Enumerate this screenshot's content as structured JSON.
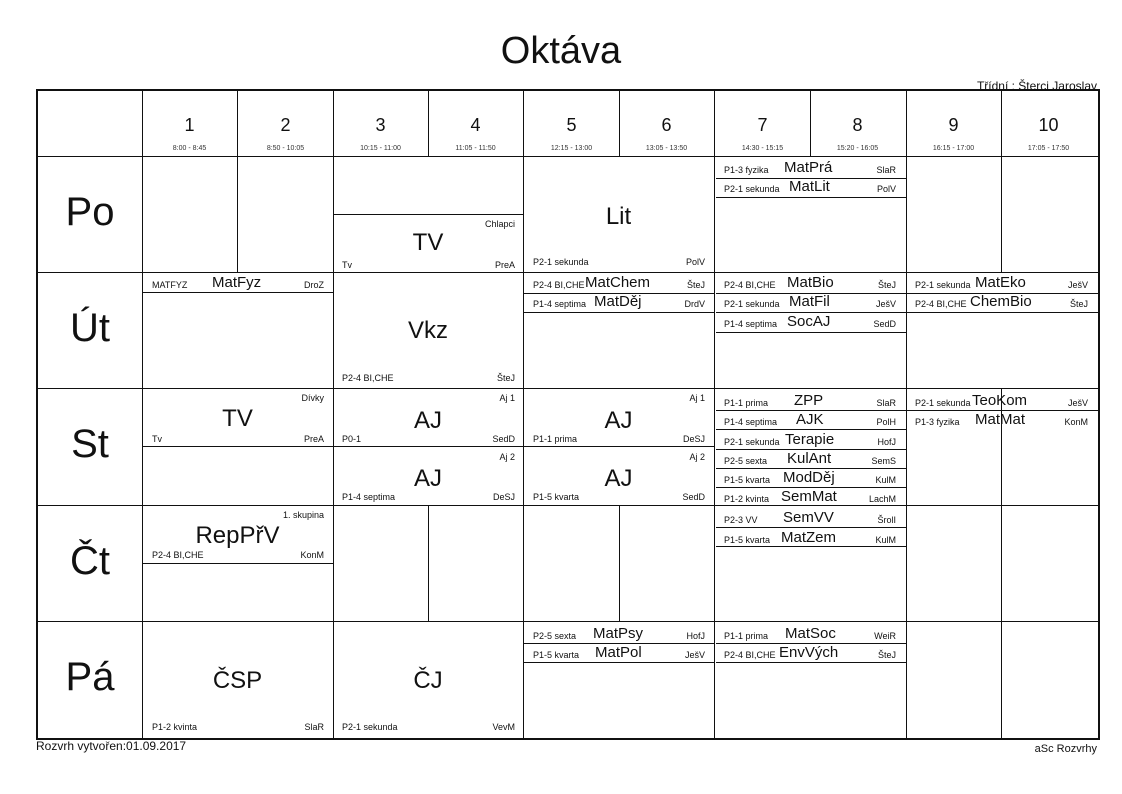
{
  "title": "Oktáva",
  "class_teacher": "Třídní : Šterci Jaroslav",
  "footer_left": "Rozvrh vytvořen:01.09.2017",
  "footer_right": "aSc Rozvrhy",
  "periods": [
    {
      "num": "1",
      "time": "8:00 - 8:45"
    },
    {
      "num": "2",
      "time": "8:50 - 10:05"
    },
    {
      "num": "3",
      "time": "10:15 - 11:00"
    },
    {
      "num": "4",
      "time": "11:05 - 11:50"
    },
    {
      "num": "5",
      "time": "12:15 - 13:00"
    },
    {
      "num": "6",
      "time": "13:05 - 13:50"
    },
    {
      "num": "7",
      "time": "14:30 - 15:15"
    },
    {
      "num": "8",
      "time": "15:20 - 16:05"
    },
    {
      "num": "9",
      "time": "16:15 - 17:00"
    },
    {
      "num": "10",
      "time": "17:05 - 17:50"
    }
  ],
  "days": [
    "Po",
    "Út",
    "St",
    "Čt",
    "Pá"
  ],
  "lessons": {
    "po_tv": {
      "subject": "TV",
      "tag": "Chlapci",
      "group": "Tv",
      "teacher": "PreA"
    },
    "po_lit": {
      "subject": "Lit",
      "group": "P2-1 sekunda",
      "teacher": "PolV"
    },
    "po_matpra": {
      "subject": "MatPrá",
      "group": "P1-3 fyzika",
      "teacher": "SlaR"
    },
    "po_matlit": {
      "subject": "MatLit",
      "group": "P2-1 sekunda",
      "teacher": "PolV"
    },
    "ut_matfyz": {
      "subject": "MatFyz",
      "group": "MATFYZ",
      "teacher": "DroZ"
    },
    "ut_vkz": {
      "subject": "Vkz",
      "group": "P2-4 BI,CHE",
      "teacher": "ŠteJ"
    },
    "ut_matchem": {
      "subject": "MatChem",
      "group": "P2-4 BI,CHE",
      "teacher": "ŠteJ"
    },
    "ut_matdej": {
      "subject": "MatDěj",
      "group": "P1-4 septima",
      "teacher": "DrdV"
    },
    "ut_matbio": {
      "subject": "MatBio",
      "group": "P2-4 BI,CHE",
      "teacher": "ŠteJ"
    },
    "ut_matfil": {
      "subject": "MatFil",
      "group": "P2-1 sekunda",
      "teacher": "JešV"
    },
    "ut_socaj": {
      "subject": "SocAJ",
      "group": "P1-4 septima",
      "teacher": "SedD"
    },
    "ut_mateko": {
      "subject": "MatEko",
      "group": "P2-1 sekunda",
      "teacher": "JešV"
    },
    "ut_chembio": {
      "subject": "ChemBio",
      "group": "P2-4 BI,CHE",
      "teacher": "ŠteJ"
    },
    "st_tv": {
      "subject": "TV",
      "tag": "Dívky",
      "group": "Tv",
      "teacher": "PreA"
    },
    "st_aj1": {
      "subject": "AJ",
      "tag": "Aj 1",
      "group": "P0-1",
      "teacher": "SedD"
    },
    "st_aj2": {
      "subject": "AJ",
      "tag": "Aj 2",
      "group": "P1-4 septima",
      "teacher": "DeSJ"
    },
    "st_aj3": {
      "subject": "AJ",
      "tag": "Aj 1",
      "group": "P1-1 prima",
      "teacher": "DeSJ"
    },
    "st_aj4": {
      "subject": "AJ",
      "tag": "Aj 2",
      "group": "P1-5 kvarta",
      "teacher": "SedD"
    },
    "st_zpp": {
      "subject": "ZPP",
      "group": "P1-1 prima",
      "teacher": "SlaR"
    },
    "st_ajk": {
      "subject": "AJK",
      "group": "P1-4 septima",
      "teacher": "PolH"
    },
    "st_terapie": {
      "subject": "Terapie",
      "group": "P2-1 sekunda",
      "teacher": "HofJ"
    },
    "st_kulant": {
      "subject": "KulAnt",
      "group": "P2-5 sexta",
      "teacher": "SemS"
    },
    "st_moddej": {
      "subject": "ModDěj",
      "group": "P1-5 kvarta",
      "teacher": "KulM"
    },
    "st_semmat": {
      "subject": "SemMat",
      "group": "P1-2 kvinta",
      "teacher": "LachM"
    },
    "st_teokom": {
      "subject": "TeoKom",
      "group": "P2-1 sekunda",
      "teacher": "JešV"
    },
    "st_matmat": {
      "subject": "MatMat",
      "group": "P1-3 fyzika",
      "teacher": "KonM"
    },
    "ct_repprv": {
      "subject": "RepPřV",
      "tag": "1. skupina",
      "group": "P2-4 BI,CHE",
      "teacher": "KonM"
    },
    "ct_semvv": {
      "subject": "SemVV",
      "group": "P2-3 VV",
      "teacher": "ŠrolI"
    },
    "ct_matzem": {
      "subject": "MatZem",
      "group": "P1-5 kvarta",
      "teacher": "KulM"
    },
    "pa_csp": {
      "subject": "ČSP",
      "group": "P1-2 kvinta",
      "teacher": "SlaR"
    },
    "pa_cj": {
      "subject": "ČJ",
      "group": "P2-1 sekunda",
      "teacher": "VevM"
    },
    "pa_matpsy": {
      "subject": "MatPsy",
      "group": "P2-5 sexta",
      "teacher": "HofJ"
    },
    "pa_matpol": {
      "subject": "MatPol",
      "group": "P1-5 kvarta",
      "teacher": "JešV"
    },
    "pa_matsoc": {
      "subject": "MatSoc",
      "group": "P1-1 prima",
      "teacher": "WeiR"
    },
    "pa_envvych": {
      "subject": "EnvVých",
      "group": "P2-4 BI,CHE",
      "teacher": "ŠteJ"
    }
  }
}
